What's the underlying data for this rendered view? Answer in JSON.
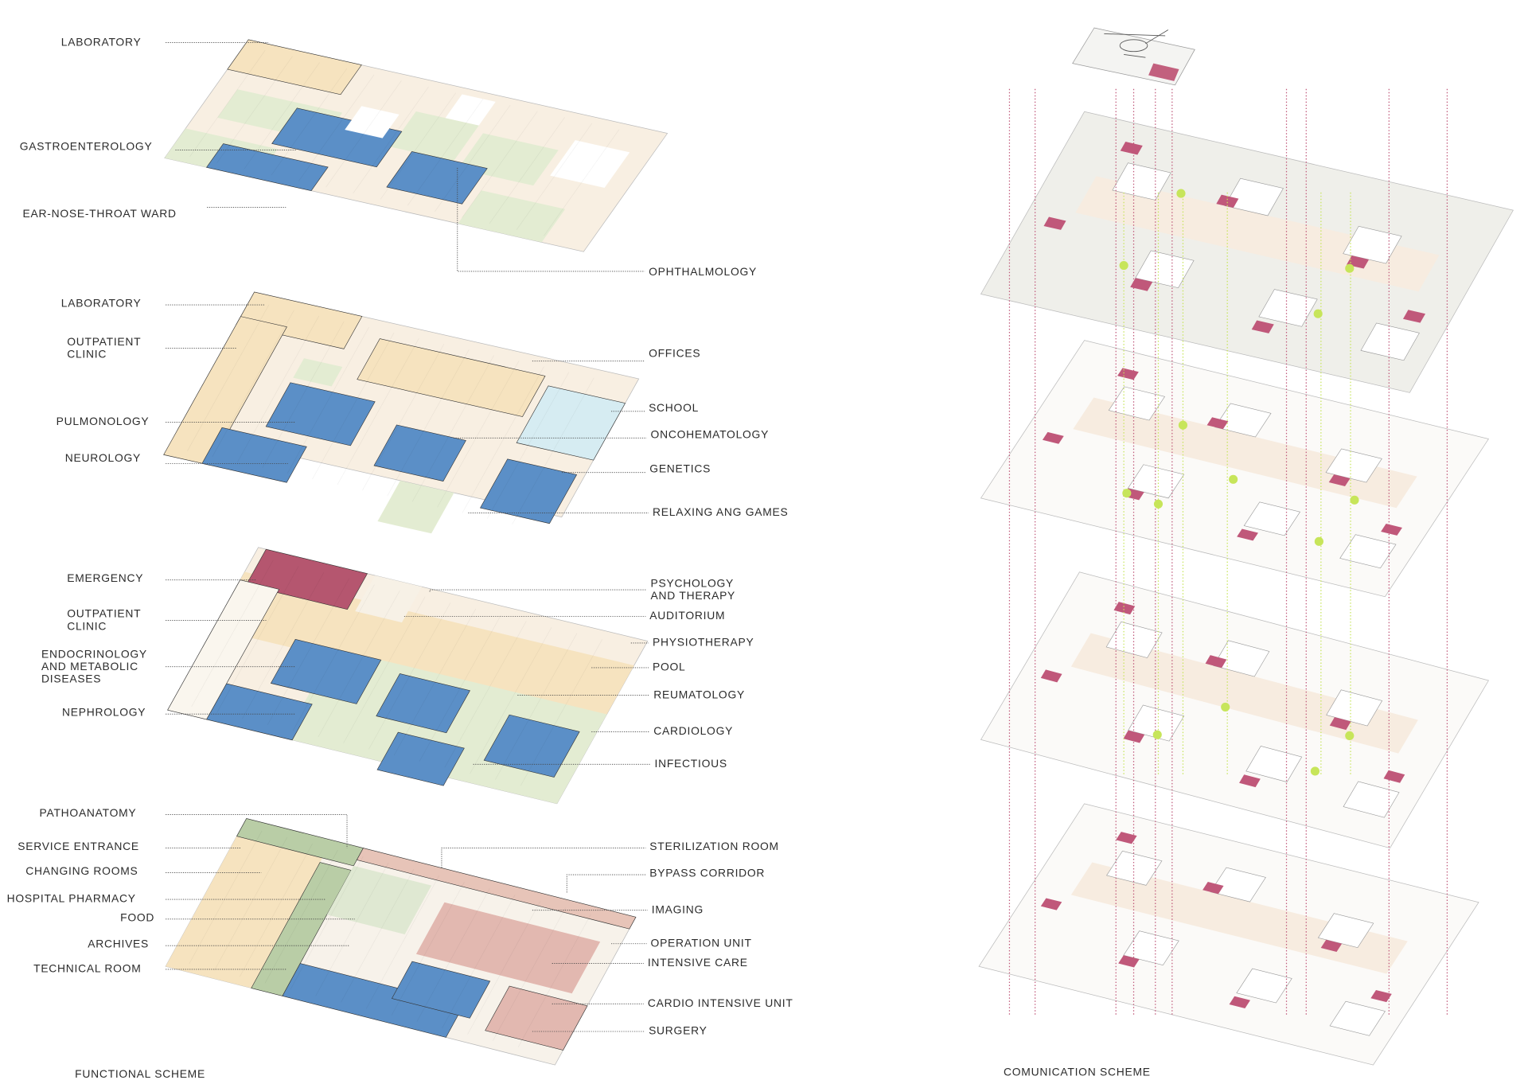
{
  "functional_scheme": {
    "title": "FUNCTIONAL SCHEME",
    "level_4": {
      "laboratory": [
        "LABORATORY"
      ],
      "gastroenterology": [
        "GASTROENTEROLOGY"
      ],
      "ear_nose_throat": [
        "EAR-NOSE-THROAT WARD"
      ],
      "ophthalmology": [
        "OPHTHALMOLOGY"
      ]
    },
    "level_3": {
      "laboratory": [
        "LABORATORY"
      ],
      "outpatient_clinic": [
        "OUTPATIENT",
        "CLINIC"
      ],
      "pulmonology": [
        "PULMONOLOGY"
      ],
      "neurology": [
        "NEUROLOGY"
      ],
      "offices": [
        "OFFICES"
      ],
      "school": [
        "SCHOOL"
      ],
      "oncohematology": [
        "ONCOHEMATOLOGY"
      ],
      "genetics": [
        "GENETICS"
      ],
      "relaxing": [
        "RELAXING ANG GAMES"
      ]
    },
    "level_2": {
      "emergency": [
        "EMERGENCY"
      ],
      "outpatient_clinic": [
        "OUTPATIENT",
        "CLINIC"
      ],
      "endocrinology": [
        "ENDOCRINOLOGY",
        "AND METABOLIC",
        "DISEASES"
      ],
      "nephrology": [
        "NEPHROLOGY"
      ],
      "psychology": [
        "PSYCHOLOGY",
        "AND THERAPY"
      ],
      "auditorium": [
        "AUDITORIUM"
      ],
      "physiotherapy": [
        "PHYSIOTHERAPY"
      ],
      "pool": [
        "POOL"
      ],
      "reumatology": [
        "REUMATOLOGY"
      ],
      "cardiology": [
        "CARDIOLOGY"
      ],
      "infectious": [
        "INFECTIOUS"
      ]
    },
    "level_1": {
      "pathoanatomy": [
        "PATHOANATOMY"
      ],
      "service_entrance": [
        "SERVICE ENTRANCE"
      ],
      "changing_rooms": [
        "CHANGING ROOMS"
      ],
      "hospital_pharmacy": [
        "HOSPITAL PHARMACY"
      ],
      "food": [
        "FOOD"
      ],
      "archives": [
        "ARCHIVES"
      ],
      "technical_room": [
        "TECHNICAL ROOM"
      ],
      "sterilization_room": [
        "STERILIZATION ROOM"
      ],
      "bypass_corridor": [
        "BYPASS CORRIDOR"
      ],
      "imaging": [
        "IMAGING"
      ],
      "operation_unit": [
        "OPERATION UNIT"
      ],
      "intensive_care": [
        "INTENSIVE CARE"
      ],
      "cardio_intensive_unit": [
        "CARDIO INTENSIVE UNIT"
      ],
      "surgery": [
        "SURGERY"
      ]
    }
  },
  "communication_scheme": {
    "title": "COMUNICATION SCHEME"
  },
  "colors": {
    "ward_blue": "#5b8fc7",
    "emergency_red": "#b5566f",
    "cream": "#f8efe2",
    "outpatient_yellow": "#f6e3bf",
    "green": "#e3ecd2",
    "school_cyan": "#d6ecf2",
    "surgery_pink": "#e2b8b0",
    "service_green": "#b9cda6",
    "comm_gray": "#efefea",
    "vertical_pink": "#c0587a",
    "vertical_green": "#c7e55a"
  }
}
